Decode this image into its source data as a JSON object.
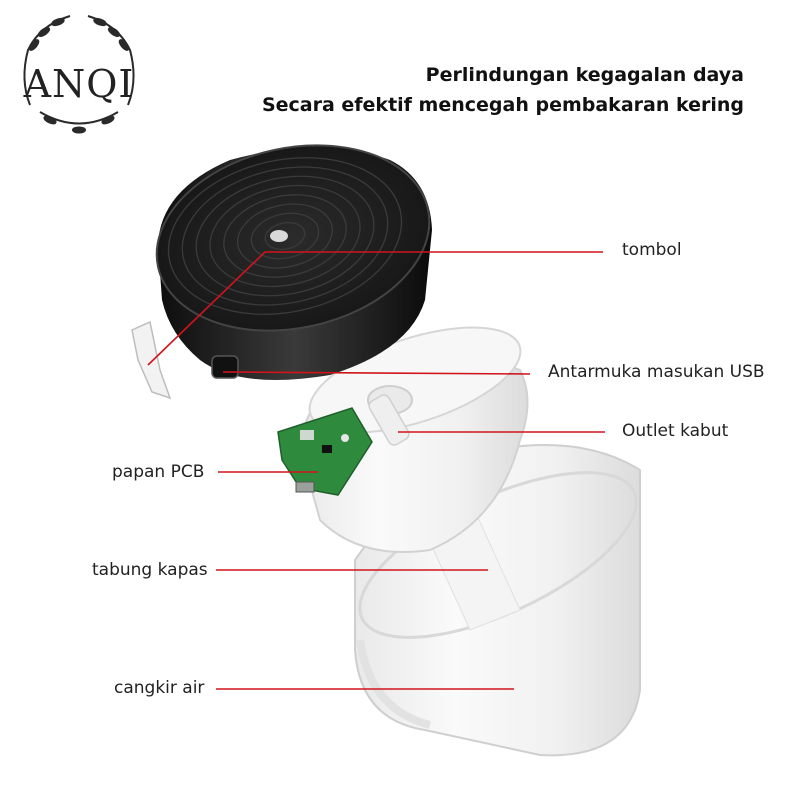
{
  "logo": {
    "text": "ANQI"
  },
  "headline": {
    "line1": "Perlindungan kegagalan daya",
    "line2": "Secara efektif mencegah pembakaran kering"
  },
  "labels": {
    "tombol": "tombol",
    "usb": "Antarmuka masukan USB",
    "outlet": "Outlet kabut",
    "pcb": "papan PCB",
    "kapas": "tabung kapas",
    "cangkir": "cangkir air"
  },
  "colors": {
    "leader": "#d0141c",
    "cap": "#1b1b1b",
    "pcb": "#2e8b3e",
    "text": "#222222"
  }
}
